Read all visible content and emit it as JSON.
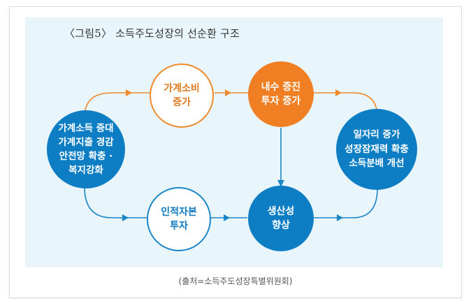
{
  "title": "〈그림5〉 소득주도성장의 선순환 구조",
  "nodes": {
    "household_consumption": "가계소비\n증가",
    "domestic_investment": "내수 증진\n투자 증가",
    "jobs_growth": "일자리 증가\n성장잠재력 확충\n소득분배 개선",
    "income_policy": "가계소득 증대\n가계지출 경감\n안전망 확충 ·\n복지강화",
    "human_capital": "인적자본\n투자",
    "productivity": "생산성\n향상"
  },
  "source": "(출처=소득주도성장특별위원회)",
  "colors": {
    "orange": "#ef7f22",
    "blue": "#0d7dc4",
    "panel_bg": "#e8f5fb"
  }
}
